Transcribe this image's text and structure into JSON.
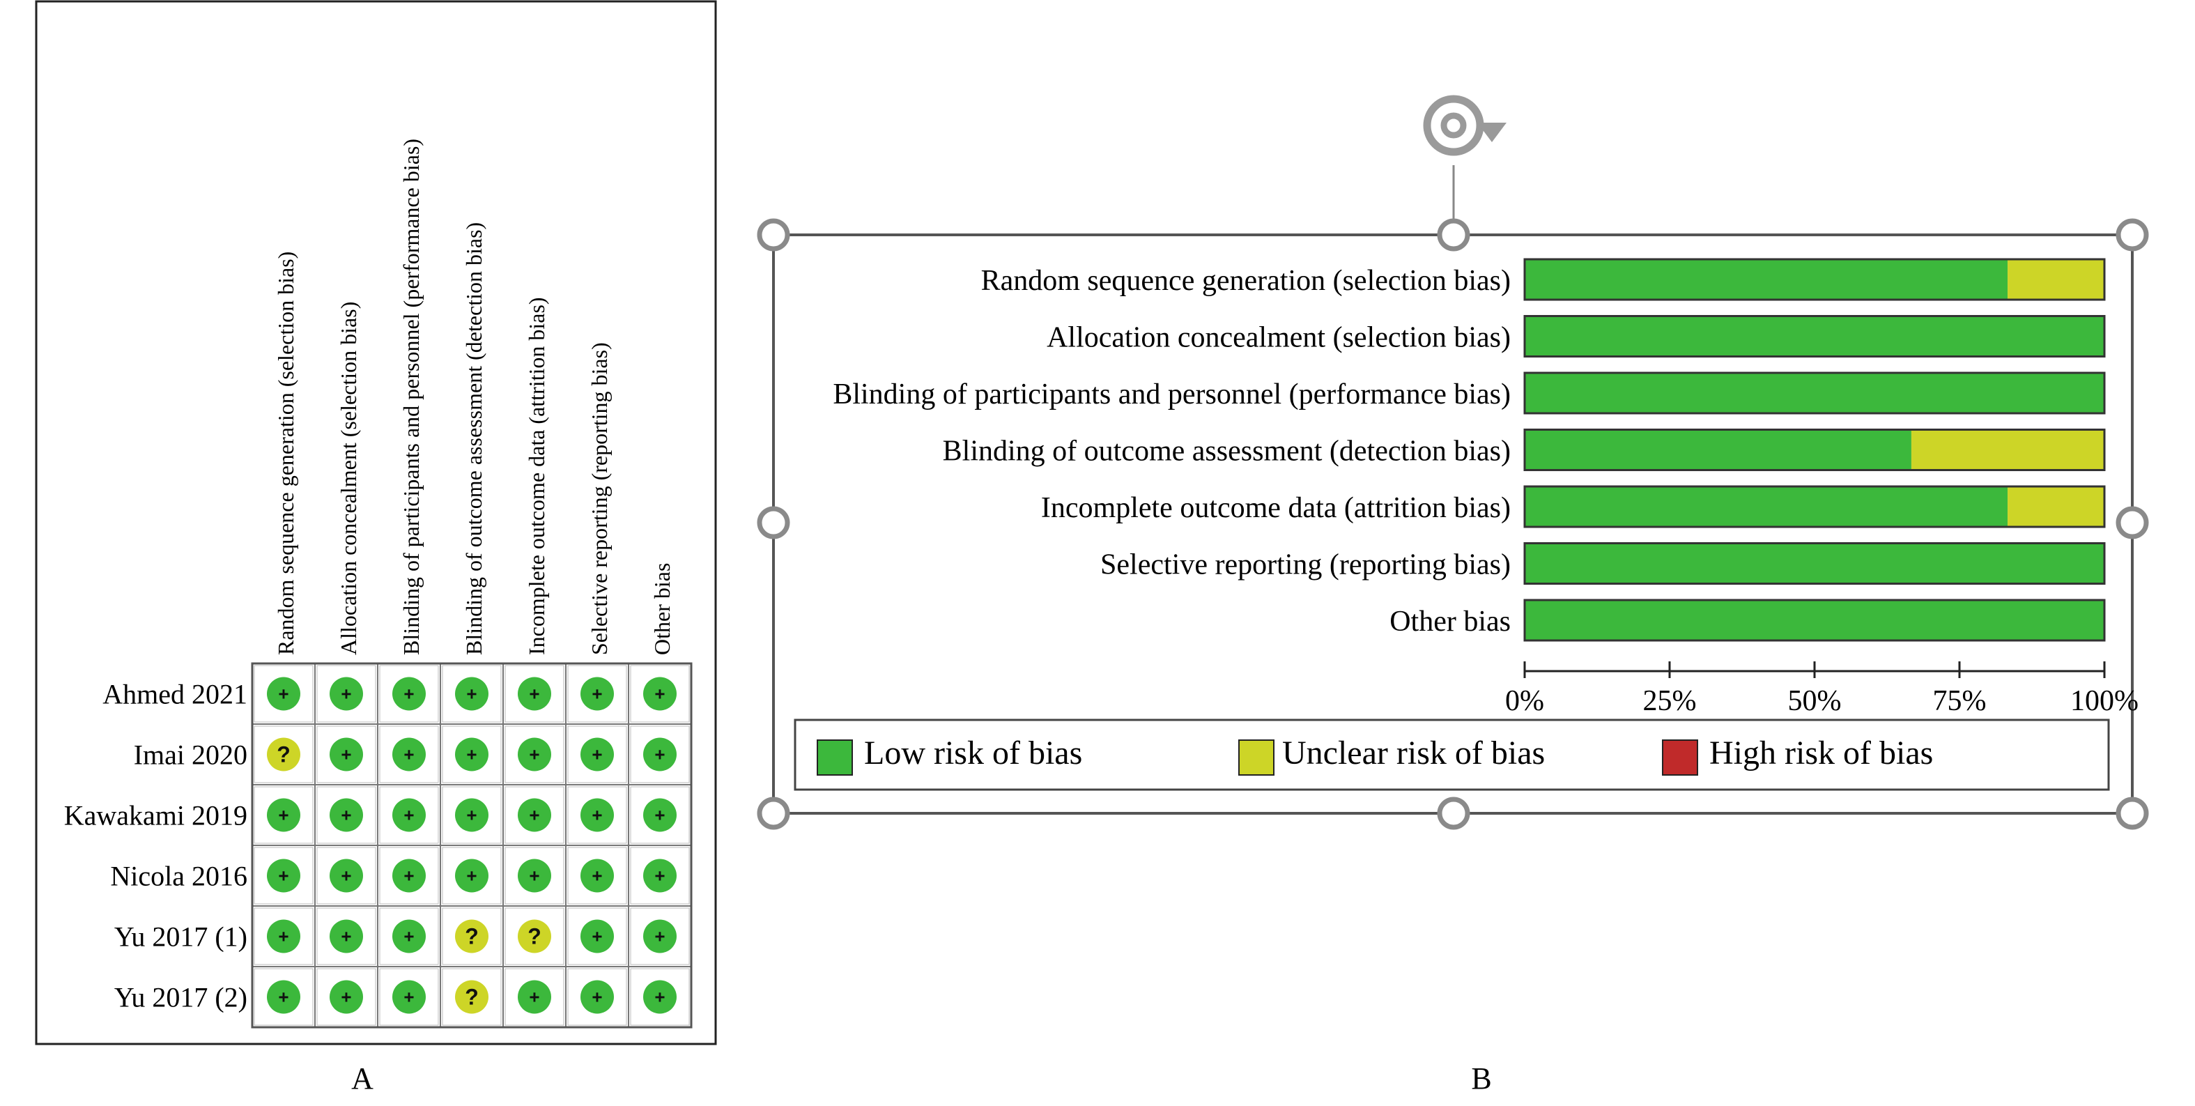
{
  "panel_a": {
    "label": "A",
    "domains": [
      "Random sequence generation (selection bias)",
      "Allocation concealment (selection bias)",
      "Blinding of participants and personnel (performance bias)",
      "Blinding of outcome assessment (detection bias)",
      "Incomplete outcome data (attrition bias)",
      "Selective reporting (reporting bias)",
      "Other bias"
    ],
    "studies": [
      {
        "name": "Ahmed 2021",
        "ratings": [
          "+",
          "+",
          "+",
          "+",
          "+",
          "+",
          "+"
        ]
      },
      {
        "name": "Imai 2020",
        "ratings": [
          "?",
          "+",
          "+",
          "+",
          "+",
          "+",
          "+"
        ]
      },
      {
        "name": "Kawakami 2019",
        "ratings": [
          "+",
          "+",
          "+",
          "+",
          "+",
          "+",
          "+"
        ]
      },
      {
        "name": "Nicola 2016",
        "ratings": [
          "+",
          "+",
          "+",
          "+",
          "+",
          "+",
          "+"
        ]
      },
      {
        "name": "Yu 2017 (1)",
        "ratings": [
          "+",
          "+",
          "+",
          "?",
          "?",
          "+",
          "+"
        ]
      },
      {
        "name": "Yu 2017 (2)",
        "ratings": [
          "+",
          "+",
          "+",
          "?",
          "+",
          "+",
          "+"
        ]
      }
    ]
  },
  "chart_data": {
    "type": "bar",
    "orientation": "horizontal-stacked",
    "panel_label": "B",
    "categories": [
      "Random sequence generation (selection bias)",
      "Allocation concealment (selection bias)",
      "Blinding of participants and personnel (performance bias)",
      "Blinding of outcome assessment (detection bias)",
      "Incomplete outcome data (attrition bias)",
      "Selective reporting (reporting bias)",
      "Other bias"
    ],
    "series": [
      {
        "name": "Low risk of bias",
        "values": [
          83.3,
          100,
          100,
          66.7,
          83.3,
          100,
          100
        ]
      },
      {
        "name": "Unclear risk of bias",
        "values": [
          16.7,
          0,
          0,
          33.3,
          16.7,
          0,
          0
        ]
      },
      {
        "name": "High risk of bias",
        "values": [
          0,
          0,
          0,
          0,
          0,
          0,
          0
        ]
      }
    ],
    "xlim": [
      0,
      100
    ],
    "xticks": [
      "0%",
      "25%",
      "50%",
      "75%",
      "100%"
    ],
    "legend_position": "bottom",
    "colors": {
      "low": "#3cb83c",
      "unclear": "#cdd527",
      "high": "#c02a2a"
    }
  },
  "icons": {
    "rotate": "rotate-handle-icon",
    "resize": "resize-handle-icon"
  }
}
